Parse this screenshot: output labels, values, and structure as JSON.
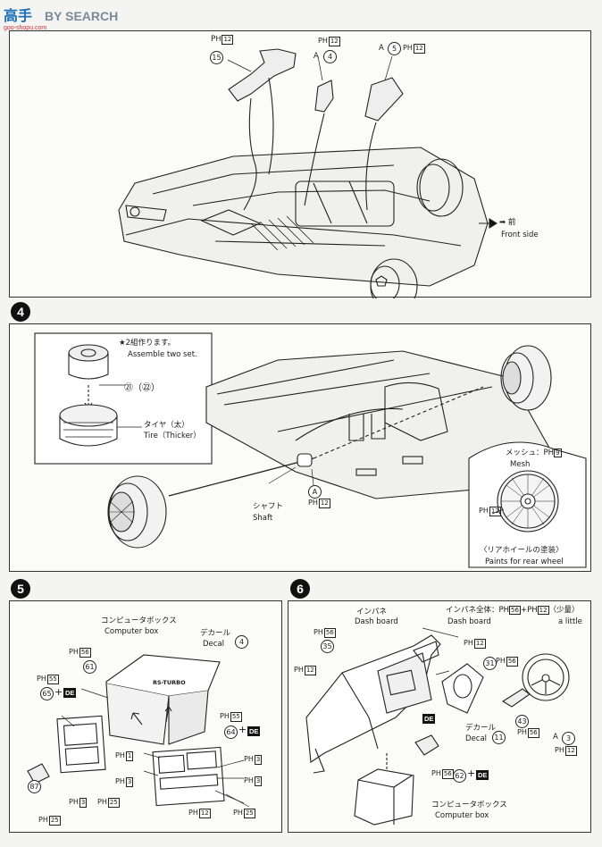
{
  "watermark": {
    "logo_text": "高手",
    "url": "goo-shopu.com",
    "brand": "BY SEARCH"
  },
  "step3": {
    "ph12_a": "P",
    "part15": "15",
    "part4_prefix": "A",
    "part4": "4",
    "part5_prefix": "A",
    "part5": "5",
    "front_jp": "➡ 前",
    "front_en": "Front side"
  },
  "step4": {
    "step_num": "4",
    "assemble_jp": "★2組作ります。",
    "assemble_en": "Assemble two set.",
    "parts_21_22": "㉑（㉒）",
    "tire_jp": "タイヤ（太）",
    "tire_en": "Tire（Thicker）",
    "shaft_jp": "シャフト",
    "shaft_en": "Shaft",
    "marker_a": "A",
    "mesh_jp": "メッシュ：",
    "mesh_en": "Mesh",
    "rear_jp": "〈リアホイールの塗装〉",
    "rear_en": "Paints for rear wheel"
  },
  "step5": {
    "step_num": "5",
    "computer_box_jp": "コンピュータボックス",
    "computer_box_en": "Computer box",
    "decal_jp": "デカール",
    "decal_en": "Decal",
    "rs_turbo": "RS-TURBO",
    "de": "DE",
    "parts": [
      "61",
      "65",
      "64",
      "87"
    ]
  },
  "step6": {
    "step_num": "6",
    "inpane_jp": "インパネ",
    "dash_en": "Dash board",
    "inpane_all_jp": "インパネ全体：",
    "little_jp": "（少量）",
    "little_en": "a little",
    "dash_en2": "Dash board",
    "decal_jp": "デカール",
    "decal_en": "Decal",
    "computer_box_jp": "コンピュータボックス",
    "computer_box_en": "Computer box",
    "de": "DE",
    "parts": [
      "35",
      "31",
      "43",
      "62"
    ]
  },
  "ph_codes": {
    "ph": "P",
    "h": "H",
    "c12": "12",
    "c56": "56",
    "c55": "55",
    "c25": "25",
    "c3": "3",
    "c1": "1",
    "c9": "9"
  }
}
